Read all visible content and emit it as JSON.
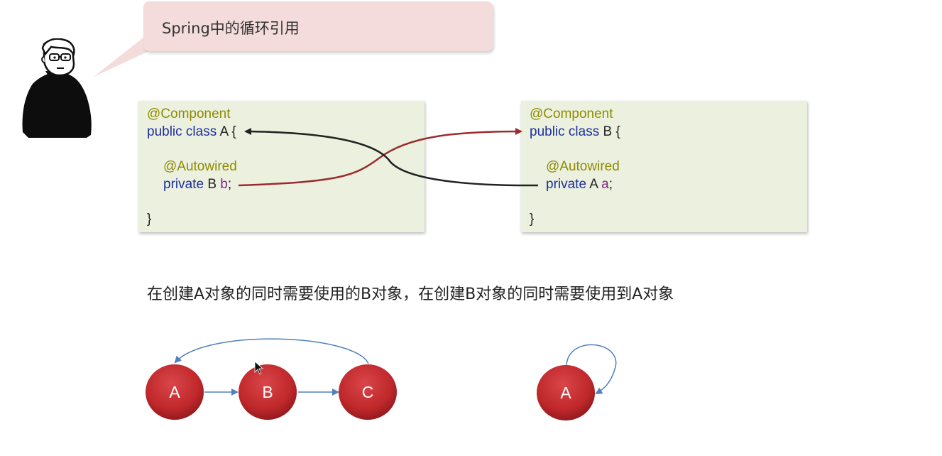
{
  "bubble": {
    "title": "Spring中的循环引用"
  },
  "class_a": {
    "annotation": "@Component",
    "decl_keyword": "public class ",
    "decl_rest": "A {",
    "field_annotation": "@Autowired",
    "field_keyword": "private ",
    "field_type": "B ",
    "field_name": "b",
    "field_end": ";",
    "close": "}"
  },
  "class_b": {
    "annotation": "@Component",
    "decl_keyword": "public class ",
    "decl_rest": "B {",
    "field_annotation": "@Autowired",
    "field_keyword": "private ",
    "field_type": "A ",
    "field_name": "a",
    "field_end": ";",
    "close": "}"
  },
  "caption": "在创建A对象的同时需要使用的B对象，在创建B对象的同时需要使用到A对象",
  "graph": {
    "nodes": [
      "A",
      "B",
      "C"
    ],
    "self_node": "A"
  },
  "colors": {
    "code_bg": "#ebf1de",
    "bubble_bg": "#f4dcdc",
    "node_red": "#c0282b",
    "edge_blue": "#4f81bd",
    "arrow_red": "#9b2b2e",
    "arrow_black": "#222222"
  }
}
